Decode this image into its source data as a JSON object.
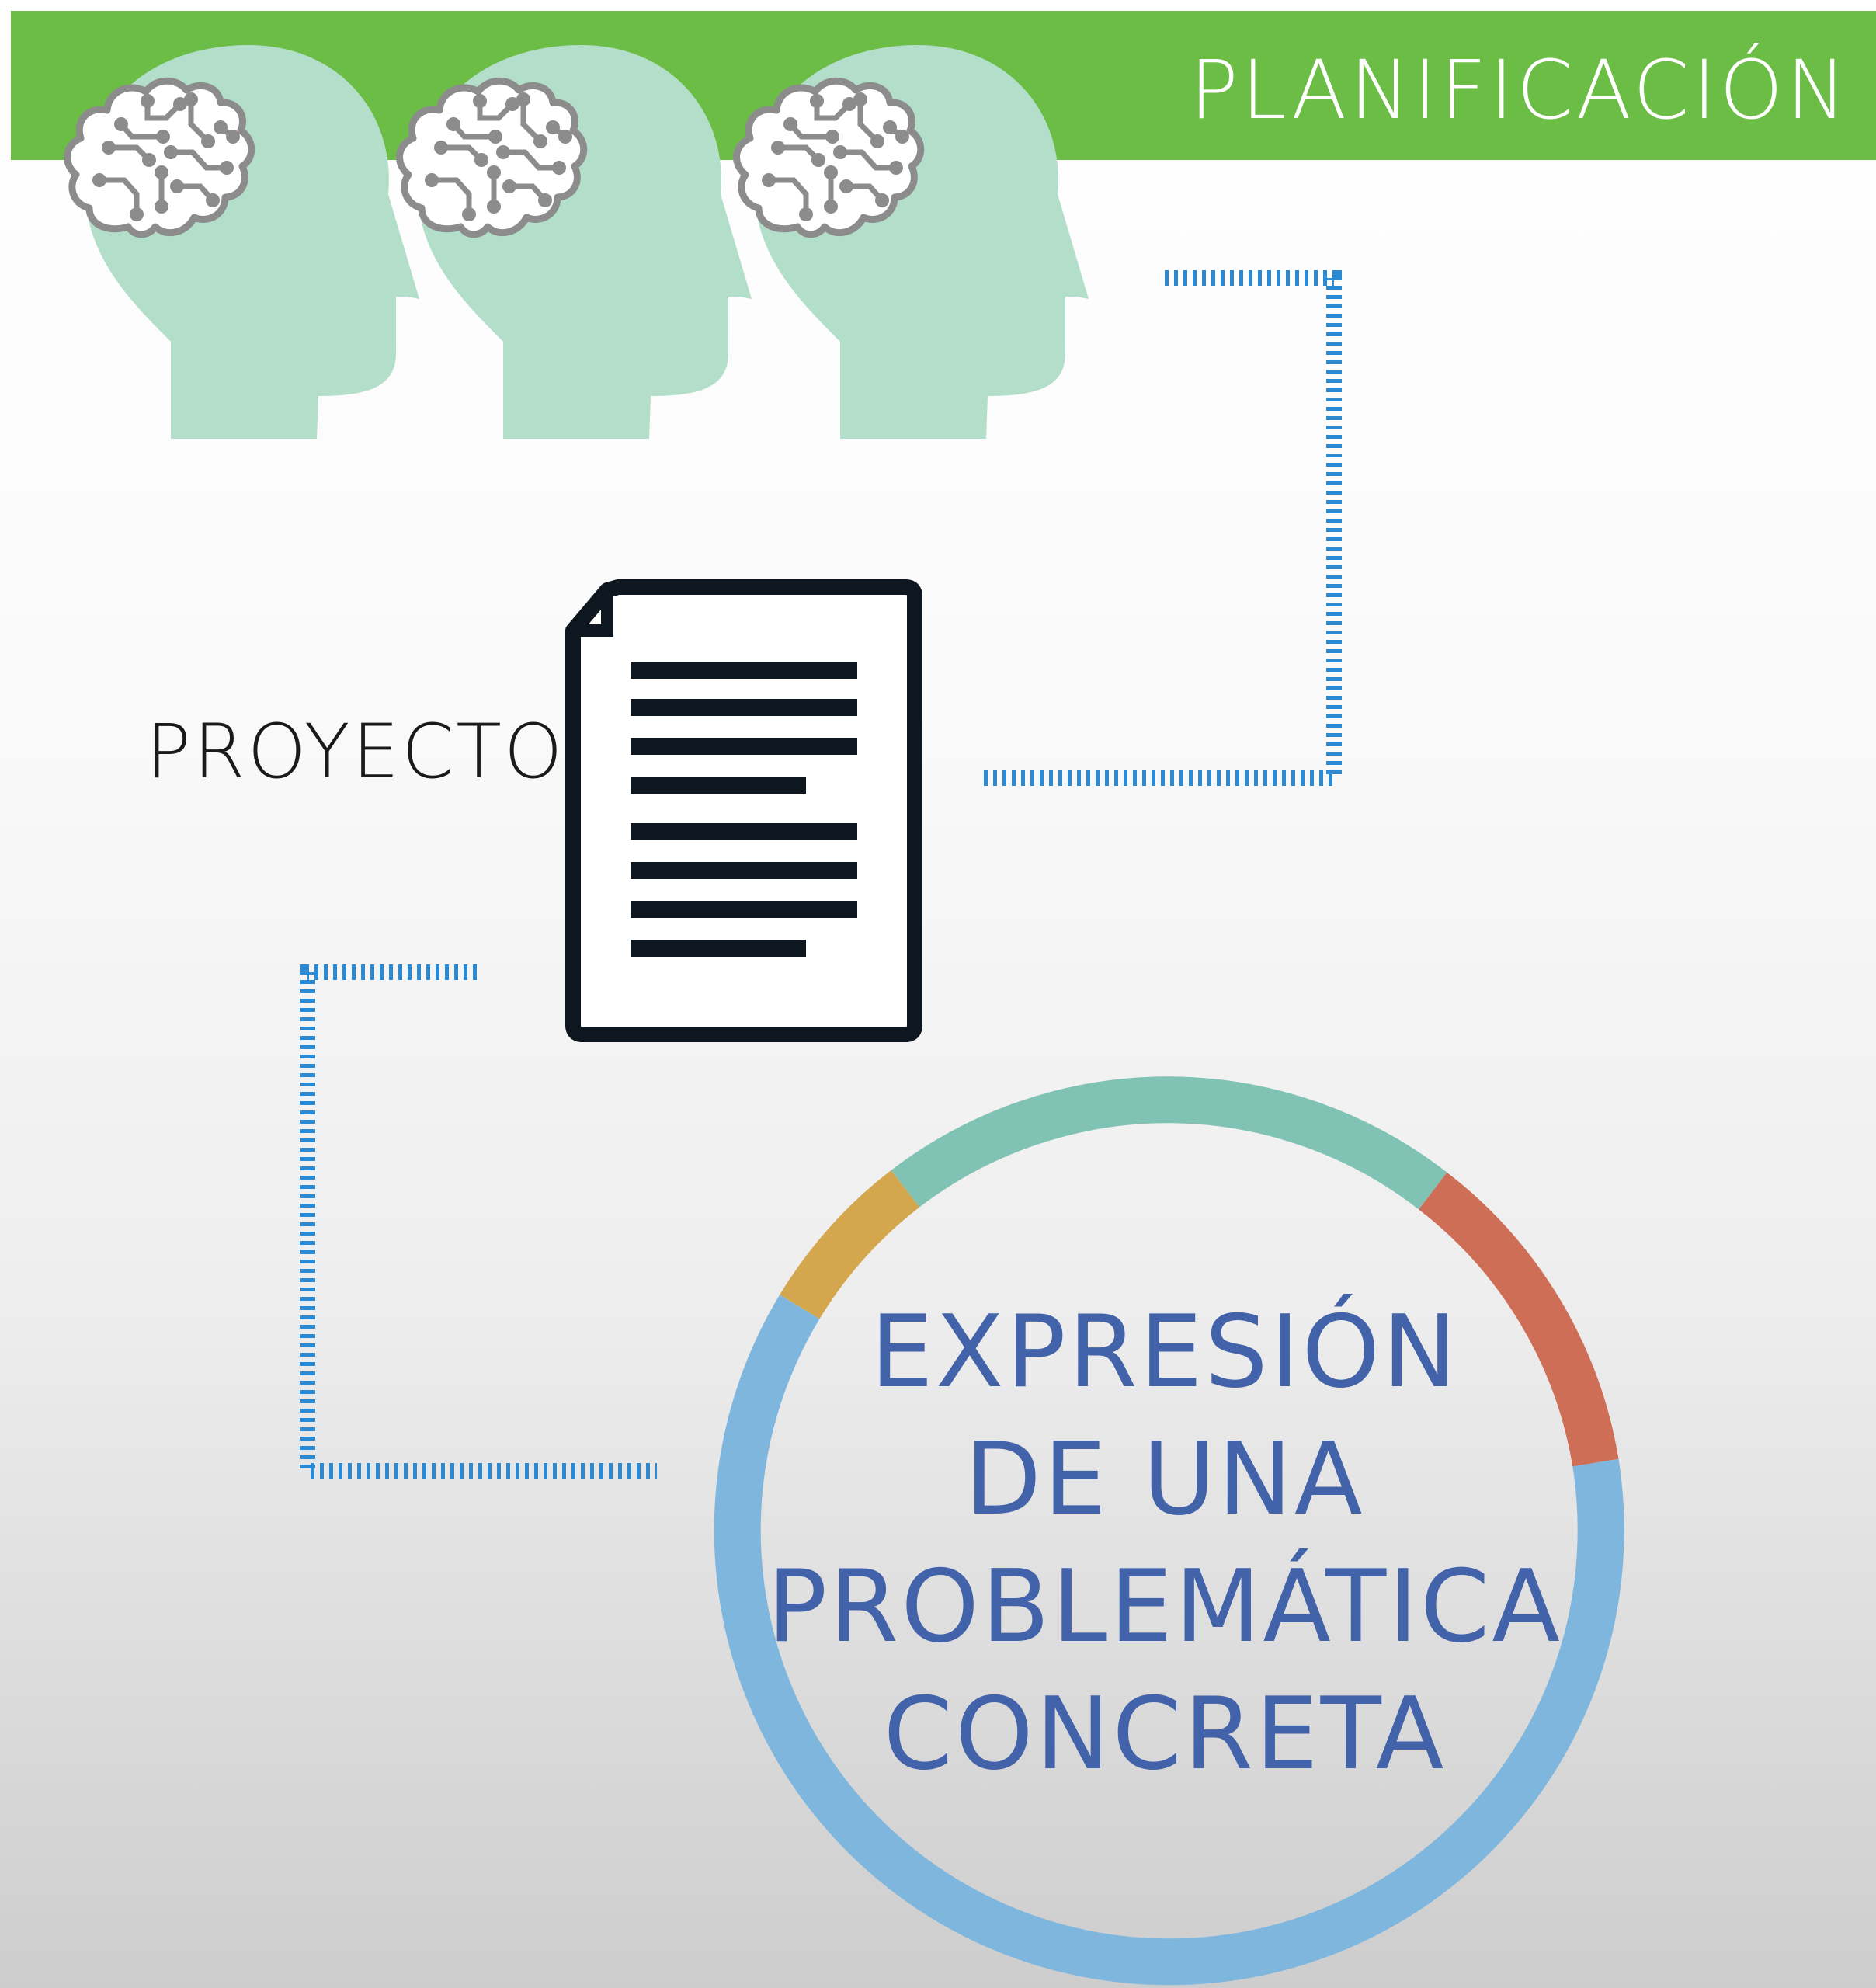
{
  "header": {
    "title": "PLANIFICACIÓN",
    "bar_color": "#6cbd45"
  },
  "icons": {
    "heads": [
      {
        "name": "head-brain-icon-1"
      },
      {
        "name": "head-brain-icon-2"
      },
      {
        "name": "head-brain-icon-3"
      }
    ],
    "head_color": "#b3dfca",
    "brain_outline_color": "#8c8c8c",
    "document": "document-icon"
  },
  "labels": {
    "project": "PROYECTO"
  },
  "connector_color": "#2b8ad1",
  "problem": {
    "lines": [
      "EXPRESIÓN",
      "DE UNA",
      "PROBLEMÁTICA",
      "CONCRETA"
    ],
    "text_color": "#4262a9",
    "ring_colors": {
      "teal": "#80c3b5",
      "orange": "#cf6e56",
      "gold": "#d4a74f",
      "blue": "#7eb6de"
    }
  }
}
